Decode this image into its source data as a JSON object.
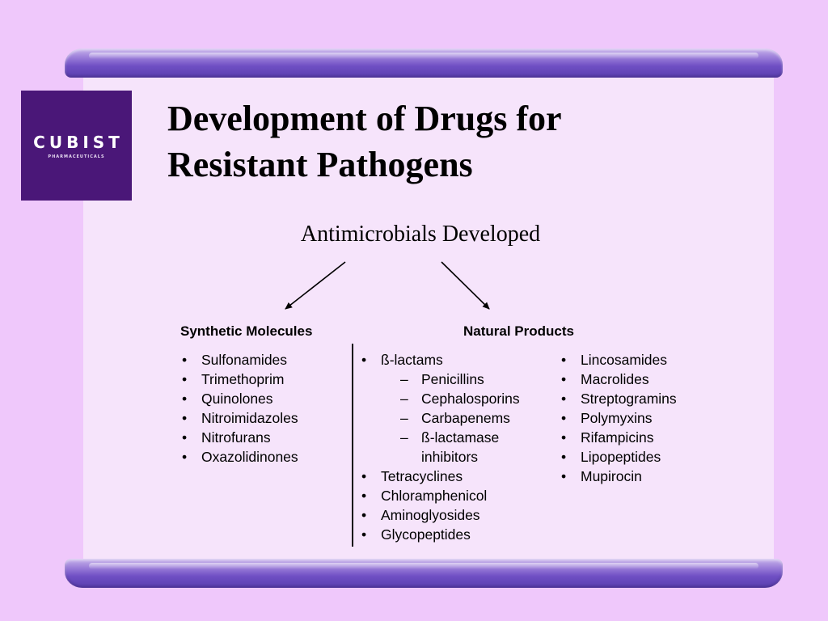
{
  "logo": {
    "name": "CUBIST",
    "tagline": "PHARMACEUTICALS"
  },
  "title": {
    "line1": "Development of Drugs for",
    "line2": "Resistant Pathogens"
  },
  "subtitle": "Antimicrobials Developed",
  "synthetic": {
    "heading": "Synthetic Molecules",
    "items": [
      "Sulfonamides",
      "Trimethoprim",
      "Quinolones",
      "Nitroimidazoles",
      "Nitrofurans",
      "Oxazolidinones"
    ]
  },
  "natural": {
    "heading": "Natural Products",
    "col1": {
      "betalactams": "ß-lactams",
      "sub": [
        "Penicillins",
        "Cephalosporins",
        "Carbapenems",
        "ß-lactamase"
      ],
      "sub_cont": "inhibitors",
      "items": [
        "Tetracyclines",
        "Chloramphenicol",
        "Aminoglyosides",
        "Glycopeptides"
      ]
    },
    "col2": [
      "Lincosamides",
      "Macrolides",
      "Streptogramins",
      "Polymyxins",
      "Rifampicins",
      "Lipopeptides",
      "Mupirocin"
    ]
  },
  "colors": {
    "background": "#efc8fb",
    "panel": "#f6e4fb",
    "logo": "#4a1778",
    "bar": "#6f4fc4"
  }
}
